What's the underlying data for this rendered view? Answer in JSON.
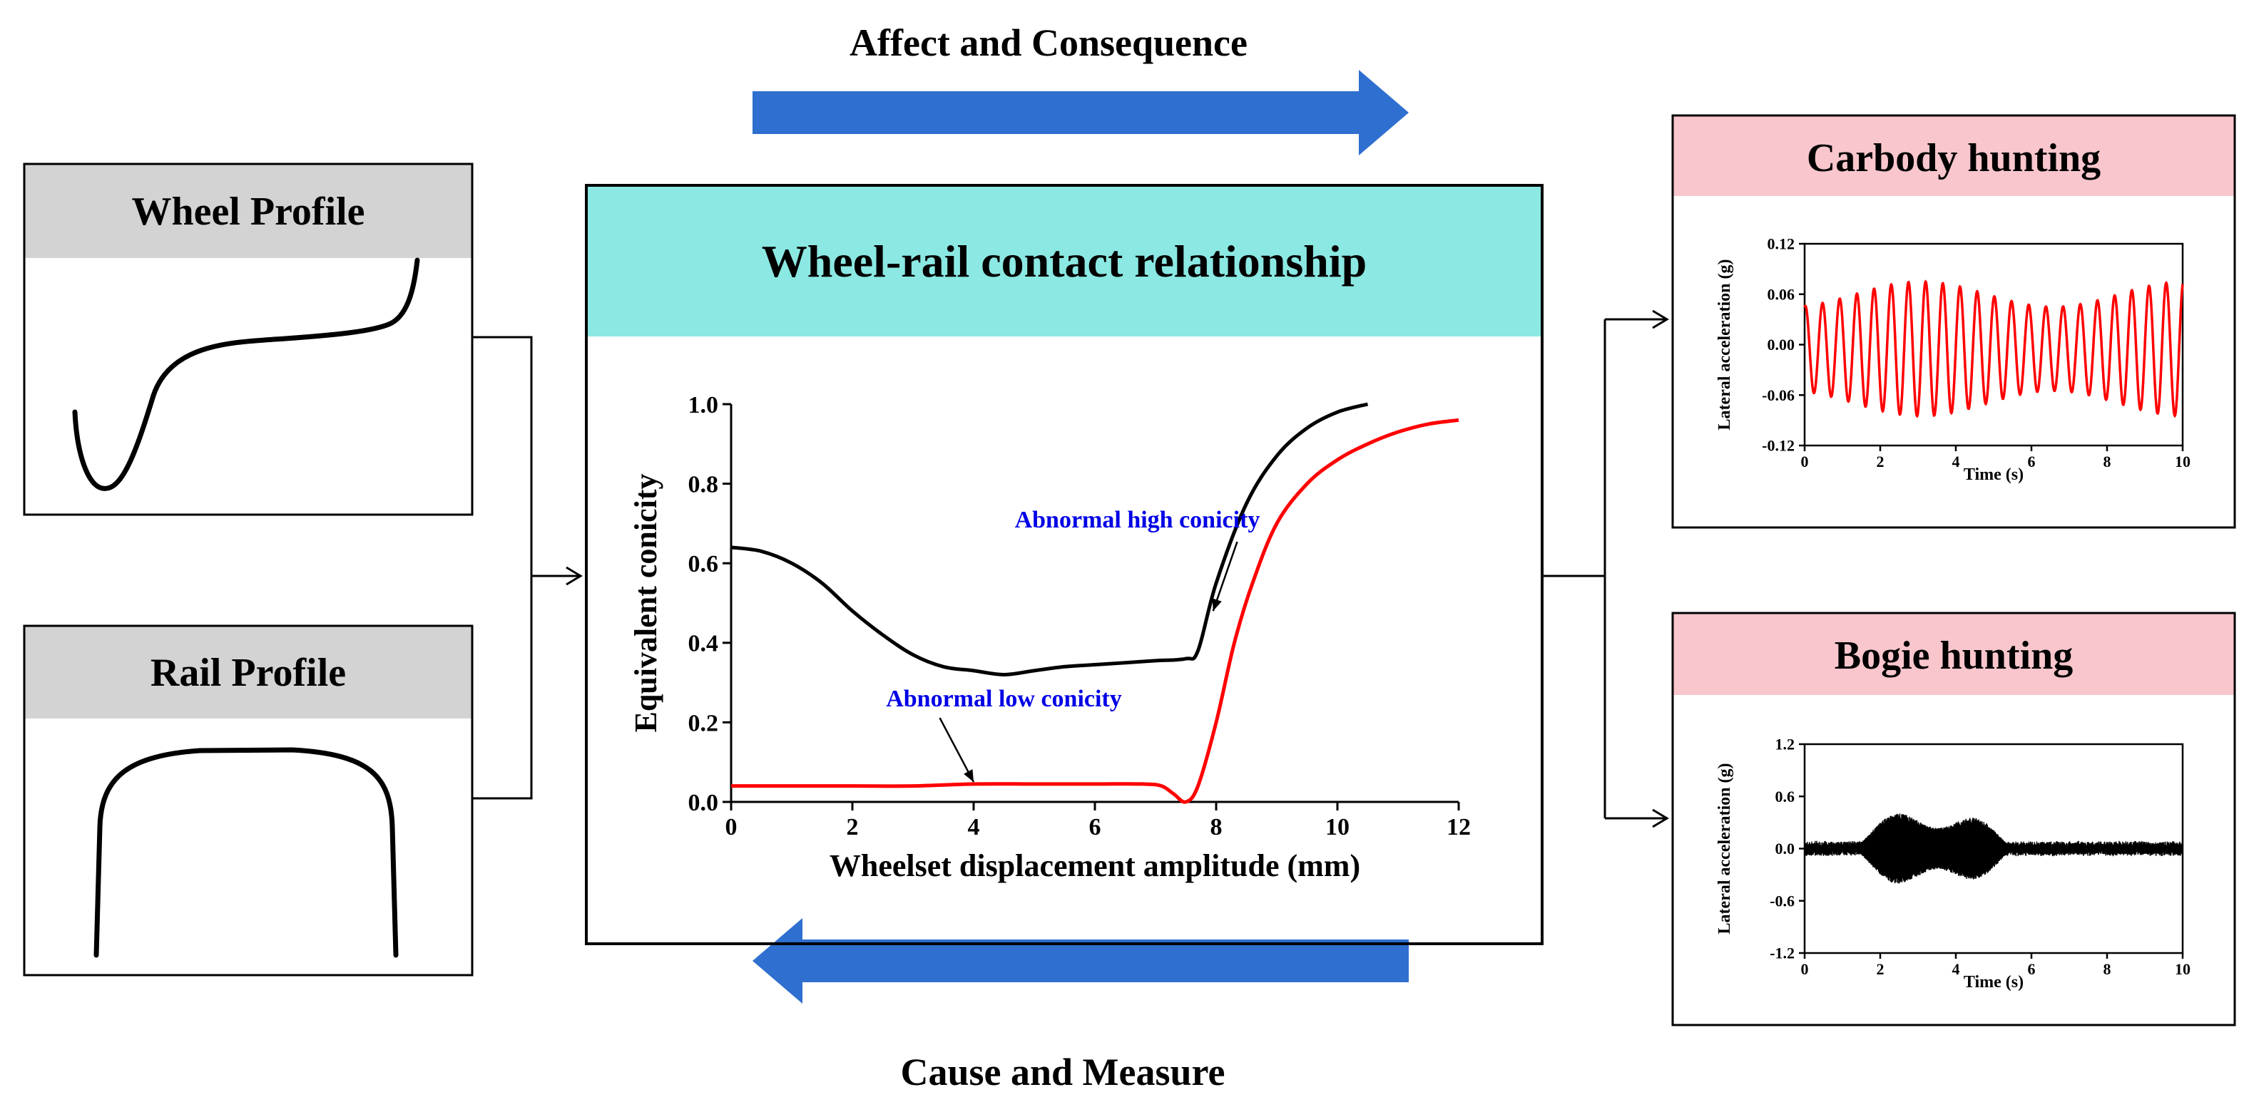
{
  "top_arrow": {
    "label": "Affect and Consequence"
  },
  "bottom_arrow": {
    "label": "Cause and Measure"
  },
  "colors": {
    "arrow_blue": "#2f6fcf",
    "header_gray": "#d3d3d3",
    "header_cyan": "#8be8e2",
    "header_pink": "#f8c6cc",
    "curve_black": "#000000",
    "curve_red": "#ff0000",
    "annotation_blue": "#0000e6"
  },
  "wheel_profile": {
    "title": "Wheel Profile"
  },
  "rail_profile": {
    "title": "Rail Profile"
  },
  "center_panel": {
    "title": "Wheel-rail contact relationship"
  },
  "carbody_panel": {
    "title": "Carbody hunting"
  },
  "bogie_panel": {
    "title": "Bogie hunting"
  },
  "chart_data": [
    {
      "type": "line",
      "xlabel": "Wheelset displacement amplitude (mm)",
      "ylabel": "Equivalent conicity",
      "xlim": [
        0,
        12
      ],
      "ylim": [
        0,
        1.0
      ],
      "xticks": [
        "0",
        "2",
        "4",
        "6",
        "8",
        "10",
        "12"
      ],
      "yticks": [
        "0.0",
        "0.2",
        "0.4",
        "0.6",
        "0.8",
        "1.0"
      ],
      "series": [
        {
          "color": "#000000",
          "x": [
            0,
            0.5,
            1,
            1.5,
            2,
            2.5,
            3,
            3.5,
            4,
            4.5,
            5,
            5.5,
            6,
            6.5,
            7,
            7.5,
            7.7,
            8,
            8.5,
            9,
            9.5,
            10,
            10.5
          ],
          "y": [
            0.64,
            0.63,
            0.6,
            0.55,
            0.48,
            0.42,
            0.37,
            0.34,
            0.33,
            0.32,
            0.33,
            0.34,
            0.345,
            0.35,
            0.355,
            0.36,
            0.38,
            0.55,
            0.75,
            0.87,
            0.94,
            0.98,
            1.0
          ]
        },
        {
          "color": "#ff0000",
          "x": [
            0,
            1,
            2,
            3,
            4,
            5,
            6,
            6.8,
            7.1,
            7.3,
            7.5,
            7.7,
            8,
            8.3,
            8.6,
            9,
            9.5,
            10,
            10.5,
            11,
            11.5,
            12
          ],
          "y": [
            0.04,
            0.04,
            0.04,
            0.04,
            0.045,
            0.045,
            0.045,
            0.045,
            0.04,
            0.02,
            0.0,
            0.04,
            0.2,
            0.4,
            0.55,
            0.7,
            0.8,
            0.86,
            0.9,
            0.93,
            0.95,
            0.96
          ]
        }
      ],
      "annotations": [
        {
          "text": "Abnormal high conicity",
          "x": 6.7,
          "y": 0.69,
          "arrow_to": [
            7.95,
            0.48
          ]
        },
        {
          "text": "Abnormal low conicity",
          "x": 4.5,
          "y": 0.24,
          "arrow_to": [
            4.0,
            0.05
          ]
        }
      ]
    },
    {
      "type": "line",
      "xlabel": "Time (s)",
      "ylabel": "Lateral acceleration (g)",
      "xlim": [
        0,
        10
      ],
      "ylim": [
        -0.12,
        0.12
      ],
      "xticks": [
        "0",
        "2",
        "4",
        "6",
        "8",
        "10"
      ],
      "yticks": [
        "-0.12",
        "-0.06",
        "0.00",
        "0.06",
        "0.12"
      ],
      "series": [
        {
          "color": "#ff0000",
          "frequency_hz": 2.2,
          "amplitude_min_g": 0.05,
          "amplitude_max_g": 0.08
        }
      ]
    },
    {
      "type": "line",
      "xlabel": "Time (s)",
      "ylabel": "Lateral acceleration (g)",
      "xlim": [
        0,
        10
      ],
      "ylim": [
        -1.2,
        1.2
      ],
      "xticks": [
        "0",
        "2",
        "4",
        "6",
        "8",
        "10"
      ],
      "yticks": [
        "-1.2",
        "-0.6",
        "0.0",
        "0.6",
        "1.2"
      ],
      "series": [
        {
          "color": "#000000",
          "burst_start_s": 1.3,
          "burst_end_s": 5.5,
          "peak_g": 0.6,
          "noise_g": 0.06
        }
      ]
    }
  ]
}
